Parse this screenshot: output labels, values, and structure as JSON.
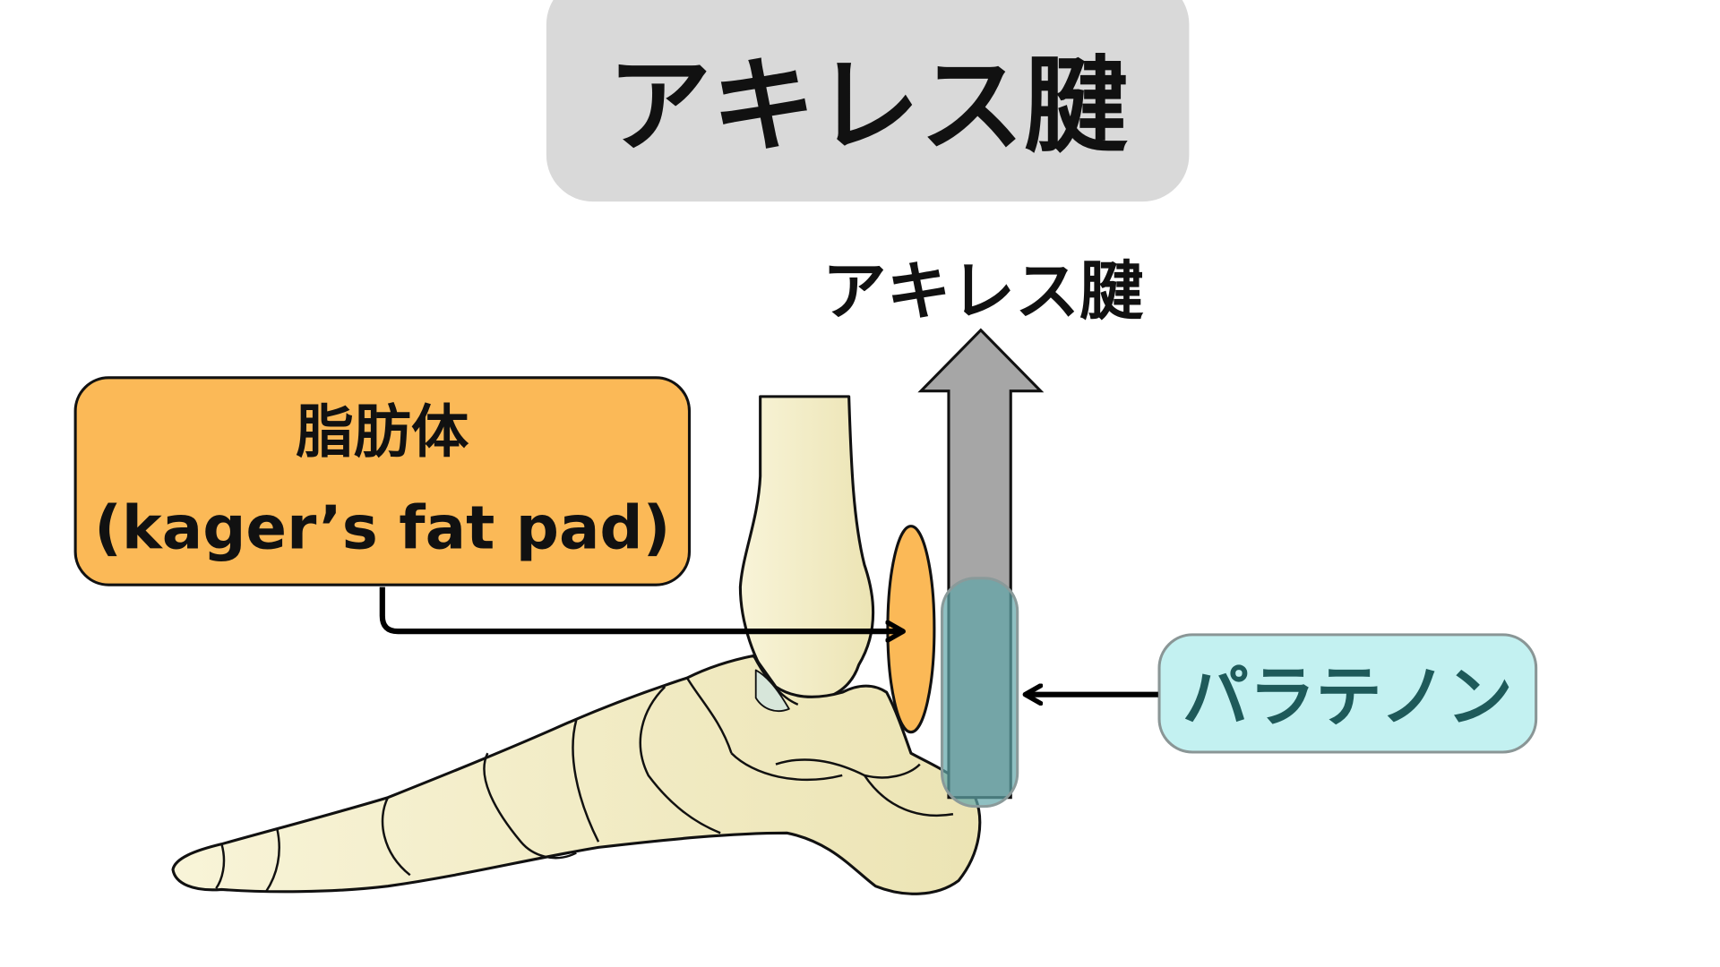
{
  "title": "アキレス腱",
  "labels": {
    "achilles_tendon": "アキレス腱",
    "fat_pad_jp": "脂肪体",
    "fat_pad_en": "(kager’s fat pad)",
    "paratenon": "パラテノン"
  },
  "colors": {
    "title_bg": "#d9d9d9",
    "fat_pad": "#fbb957",
    "tendon": "#a6a6a6",
    "paratenon_fill": "#c3f1f1",
    "paratenon_text": "#1e5a5a",
    "paratenon_overlay": "#5fa5a8",
    "bone": "#f4efc9"
  }
}
